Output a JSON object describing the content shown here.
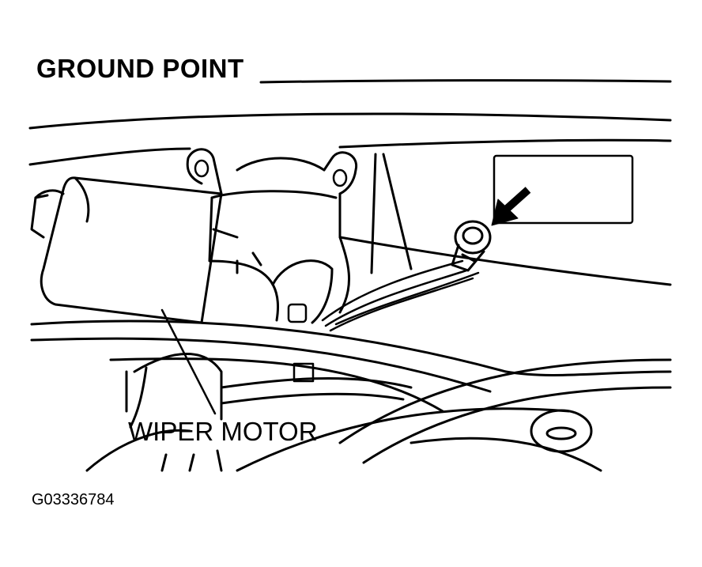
{
  "title": "GROUND POINT",
  "figure_id": "G03336784",
  "callouts": {
    "wiper_motor": "WIPER MOTOR"
  },
  "colors": {
    "line": "#000000",
    "background": "#ffffff"
  },
  "icons": [
    "arrow-pointer-icon"
  ]
}
